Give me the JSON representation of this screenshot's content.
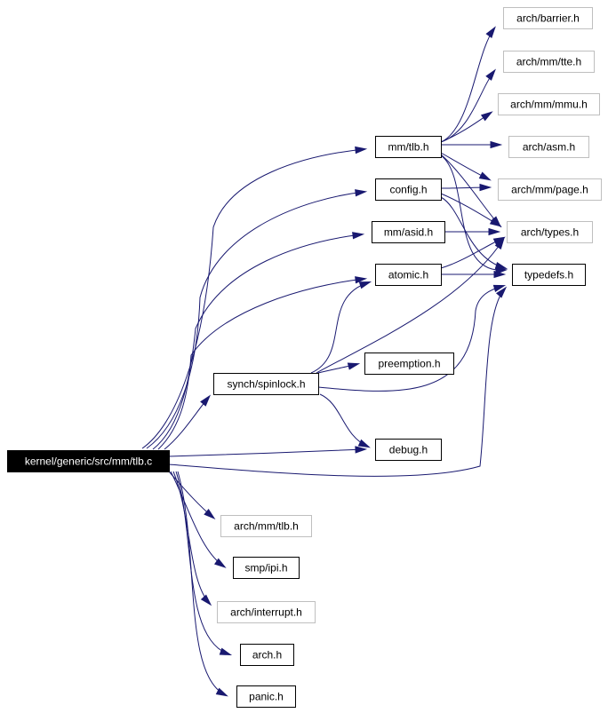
{
  "diagram": {
    "type": "include-dependency-graph",
    "root": "kernel/generic/src/mm/tlb.c",
    "nodes": [
      {
        "id": "root",
        "label": "kernel/generic/src/mm/tlb.c",
        "style": "root"
      },
      {
        "id": "mm_tlb_h",
        "label": "mm/tlb.h",
        "style": "documented"
      },
      {
        "id": "config_h",
        "label": "config.h",
        "style": "documented"
      },
      {
        "id": "mm_asid_h",
        "label": "mm/asid.h",
        "style": "documented"
      },
      {
        "id": "atomic_h",
        "label": "atomic.h",
        "style": "documented"
      },
      {
        "id": "spinlock_h",
        "label": "synch/spinlock.h",
        "style": "documented"
      },
      {
        "id": "preemption_h",
        "label": "preemption.h",
        "style": "documented"
      },
      {
        "id": "debug_h",
        "label": "debug.h",
        "style": "documented"
      },
      {
        "id": "arch_mm_tlb_h",
        "label": "arch/mm/tlb.h",
        "style": "undocumented"
      },
      {
        "id": "smp_ipi_h",
        "label": "smp/ipi.h",
        "style": "documented"
      },
      {
        "id": "arch_interrupt_h",
        "label": "arch/interrupt.h",
        "style": "undocumented"
      },
      {
        "id": "arch_h",
        "label": "arch.h",
        "style": "documented"
      },
      {
        "id": "panic_h",
        "label": "panic.h",
        "style": "documented"
      },
      {
        "id": "arch_barrier_h",
        "label": "arch/barrier.h",
        "style": "undocumented"
      },
      {
        "id": "arch_mm_tte_h",
        "label": "arch/mm/tte.h",
        "style": "undocumented"
      },
      {
        "id": "arch_mm_mmu_h",
        "label": "arch/mm/mmu.h",
        "style": "undocumented"
      },
      {
        "id": "arch_asm_h",
        "label": "arch/asm.h",
        "style": "undocumented"
      },
      {
        "id": "arch_mm_page_h",
        "label": "arch/mm/page.h",
        "style": "undocumented"
      },
      {
        "id": "arch_types_h",
        "label": "arch/types.h",
        "style": "undocumented"
      },
      {
        "id": "typedefs_h",
        "label": "typedefs.h",
        "style": "documented"
      }
    ],
    "edges": [
      {
        "from": "root",
        "to": "mm_tlb_h"
      },
      {
        "from": "root",
        "to": "config_h"
      },
      {
        "from": "root",
        "to": "mm_asid_h"
      },
      {
        "from": "root",
        "to": "atomic_h"
      },
      {
        "from": "root",
        "to": "spinlock_h"
      },
      {
        "from": "root",
        "to": "debug_h"
      },
      {
        "from": "root",
        "to": "typedefs_h"
      },
      {
        "from": "root",
        "to": "arch_mm_tlb_h"
      },
      {
        "from": "root",
        "to": "smp_ipi_h"
      },
      {
        "from": "root",
        "to": "arch_interrupt_h"
      },
      {
        "from": "root",
        "to": "arch_h"
      },
      {
        "from": "root",
        "to": "panic_h"
      },
      {
        "from": "mm_tlb_h",
        "to": "arch_barrier_h"
      },
      {
        "from": "mm_tlb_h",
        "to": "arch_mm_tte_h"
      },
      {
        "from": "mm_tlb_h",
        "to": "arch_mm_mmu_h"
      },
      {
        "from": "mm_tlb_h",
        "to": "arch_asm_h"
      },
      {
        "from": "mm_tlb_h",
        "to": "arch_mm_page_h"
      },
      {
        "from": "mm_tlb_h",
        "to": "arch_types_h"
      },
      {
        "from": "mm_tlb_h",
        "to": "typedefs_h"
      },
      {
        "from": "config_h",
        "to": "arch_mm_page_h"
      },
      {
        "from": "config_h",
        "to": "arch_types_h"
      },
      {
        "from": "config_h",
        "to": "typedefs_h"
      },
      {
        "from": "mm_asid_h",
        "to": "arch_types_h"
      },
      {
        "from": "atomic_h",
        "to": "arch_types_h"
      },
      {
        "from": "atomic_h",
        "to": "typedefs_h"
      },
      {
        "from": "spinlock_h",
        "to": "atomic_h"
      },
      {
        "from": "spinlock_h",
        "to": "preemption_h"
      },
      {
        "from": "spinlock_h",
        "to": "arch_types_h"
      },
      {
        "from": "spinlock_h",
        "to": "typedefs_h"
      },
      {
        "from": "spinlock_h",
        "to": "debug_h"
      }
    ],
    "colors": {
      "edge": "#191970",
      "root_fill": "#000000",
      "root_text": "#ffffff",
      "documented_border": "#000000",
      "undocumented_border": "#bfbfbf",
      "node_fill": "#ffffff",
      "node_text": "#000000"
    }
  }
}
